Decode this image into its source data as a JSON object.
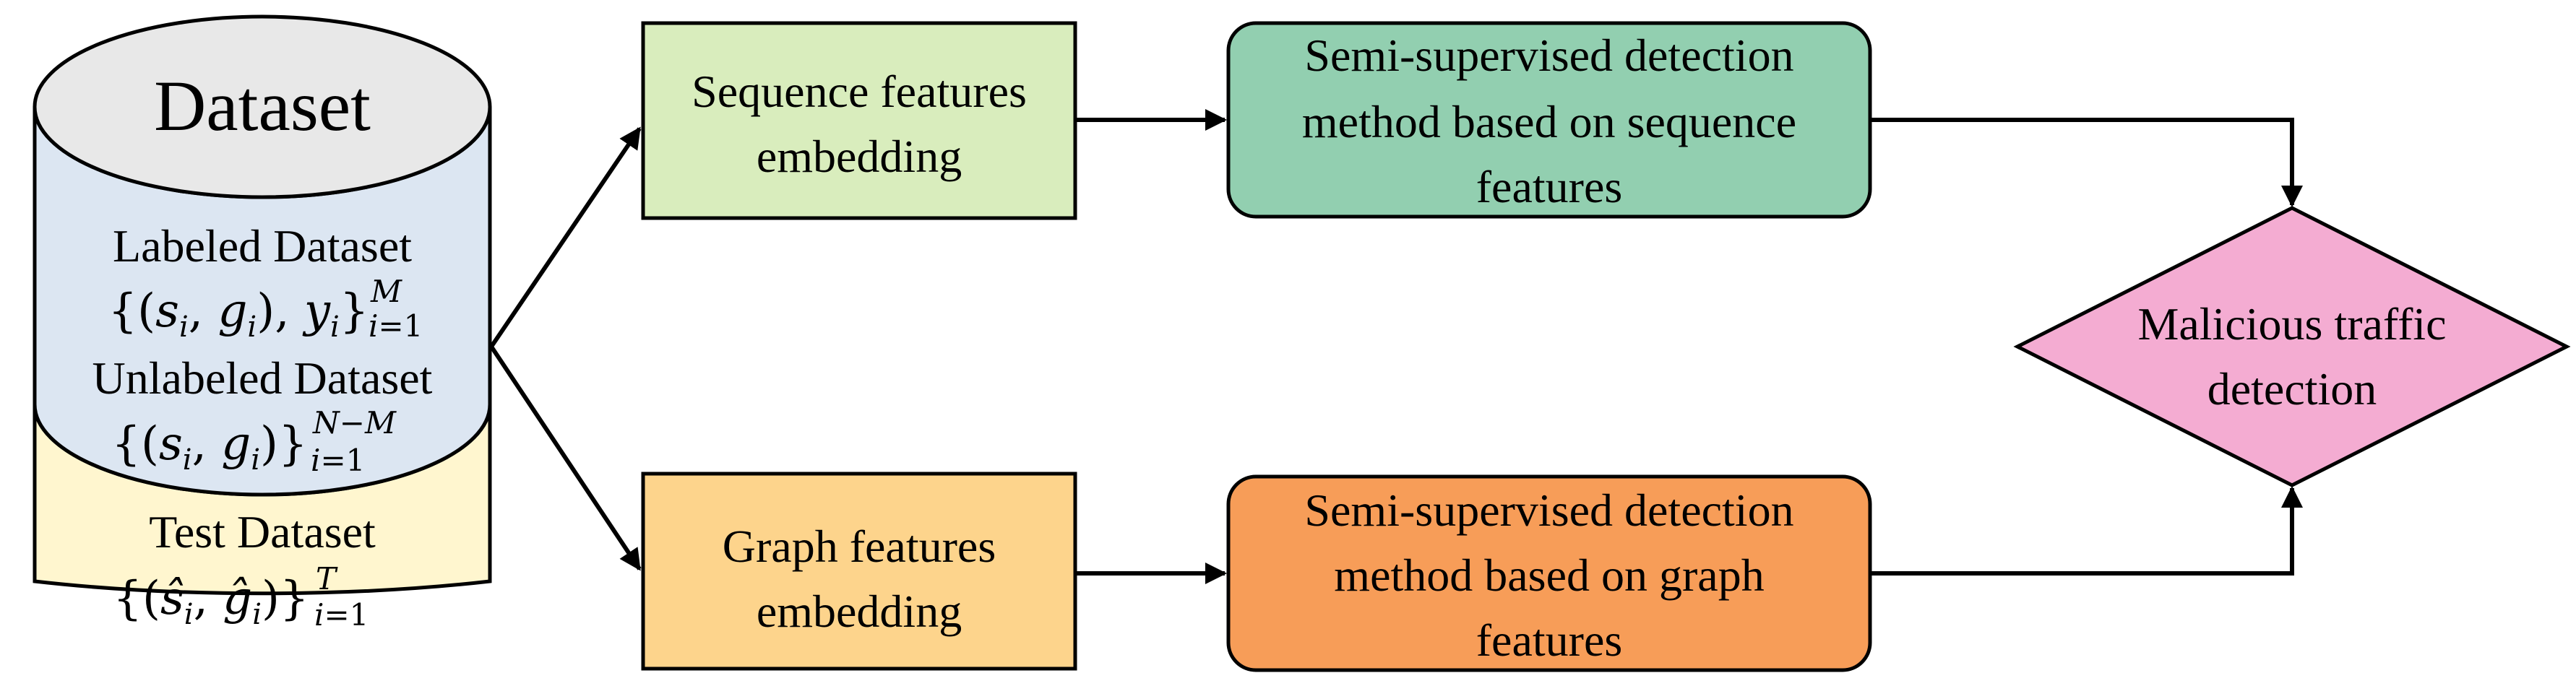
{
  "dataset": {
    "title": "Dataset",
    "labeled_label": "Labeled Dataset",
    "unlabeled_label": "Unlabeled Dataset",
    "test_label": "Test Dataset",
    "labeled_formula": "{(s_i, g_i), y_i}_{i=1}^M",
    "unlabeled_formula": "{(s_i, g_i)}_{i=1}^{N-M}",
    "test_formula": "{(ŝ_i, ĝ_i)}_{i=1}^T"
  },
  "nodes": {
    "seq_embed": [
      "Sequence features",
      "embedding"
    ],
    "graph_embed": [
      "Graph features",
      "embedding"
    ],
    "seq_detect": [
      "Semi-supervised detection",
      "method based on sequence",
      "features"
    ],
    "graph_detect": [
      "Semi-supervised detection",
      "method based on graph",
      "features"
    ],
    "malicious": [
      "Malicious traffic",
      "detection"
    ]
  },
  "colors": {
    "cylinder_top": "#e8e8e8",
    "labeled_fill": "#dce6f2",
    "test_fill": "#fff6cf",
    "seq_embed_fill": "#d9edbd",
    "graph_embed_fill": "#fdd48c",
    "seq_detect_fill": "#92cfb0",
    "graph_detect_fill": "#f79d58",
    "malicious_fill": "#f4acd2",
    "stroke": "#000000"
  }
}
